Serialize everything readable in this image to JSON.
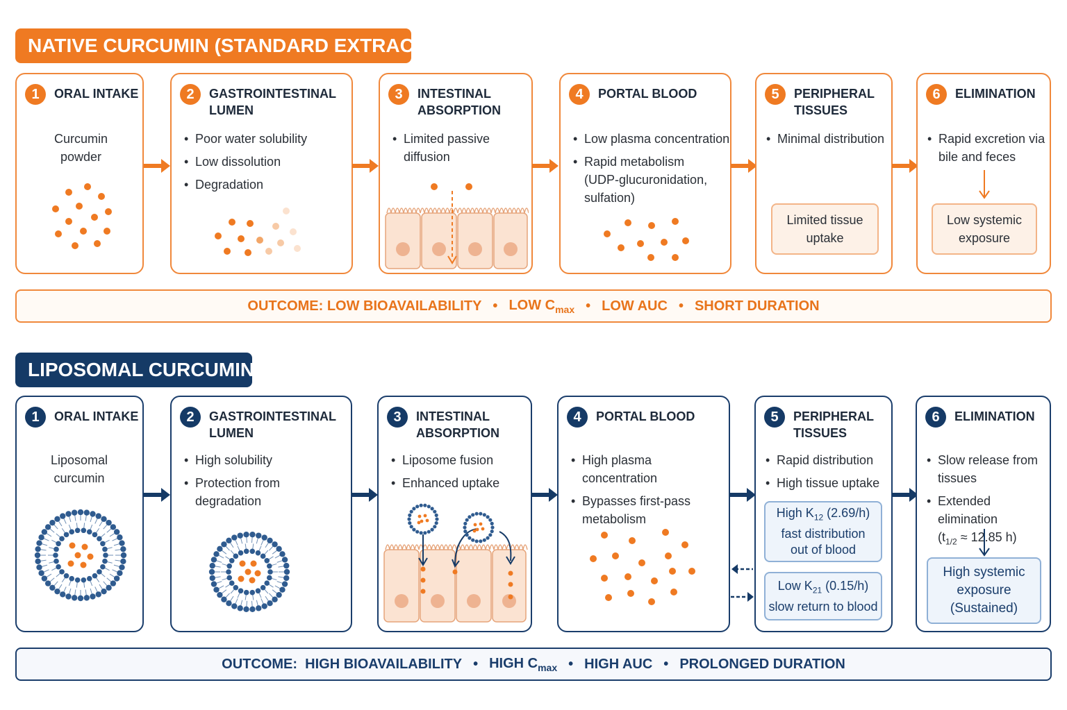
{
  "native": {
    "title": "NATIVE CURCUMIN (STANDARD EXTRACT)",
    "stages": [
      {
        "num": "1",
        "title": "ORAL INTAKE",
        "text": "Curcumin\npowder"
      },
      {
        "num": "2",
        "title": "GASTROINTESTINAL\nLUMEN",
        "bullets": [
          "Poor water solubility",
          "Low dissolution",
          "Degradation"
        ]
      },
      {
        "num": "3",
        "title": "INTESTINAL\nABSORPTION",
        "bullets": [
          "Limited passive\ndiffusion"
        ]
      },
      {
        "num": "4",
        "title": "PORTAL BLOOD",
        "bullets": [
          "Low plasma concentration",
          "Rapid metabolism\n(UDP-glucuronidation,\nsulfation)"
        ]
      },
      {
        "num": "5",
        "title": "PERIPHERAL\nTISSUES",
        "bullets": [
          "Minimal distribution"
        ],
        "callout": "Limited tissue\nuptake"
      },
      {
        "num": "6",
        "title": "ELIMINATION",
        "bullets": [
          "Rapid excretion via\nbile and feces"
        ],
        "callout": "Low systemic\nexposure"
      }
    ],
    "outcome": {
      "lead": "OUTCOME: LOW BIOAVAILABILITY",
      "cmax_main": "LOW C",
      "cmax_sub": "max",
      "auc": "LOW AUC",
      "duration": "SHORT DURATION"
    },
    "colors": {
      "accent": "#ef7a22",
      "dot": "#ef7a22"
    }
  },
  "liposomal": {
    "title": "LIPOSOMAL CURCUMIN",
    "stages": [
      {
        "num": "1",
        "title": "ORAL INTAKE",
        "text": "Liposomal\ncurcumin"
      },
      {
        "num": "2",
        "title": "GASTROINTESTINAL\nLUMEN",
        "bullets": [
          "High solubility",
          "Protection from\ndegradation"
        ]
      },
      {
        "num": "3",
        "title": "INTESTINAL\nABSORPTION",
        "bullets": [
          "Liposome fusion",
          "Enhanced uptake"
        ]
      },
      {
        "num": "4",
        "title": "PORTAL BLOOD",
        "bullets": [
          "High plasma concentration",
          "Bypasses first-pass\nmetabolism"
        ]
      },
      {
        "num": "5",
        "title": "PERIPHERAL\nTISSUES",
        "bullets": [
          "Rapid distribution",
          "High tissue uptake"
        ],
        "k12": {
          "pre": "High K",
          "sub": "12",
          "post": " (2.69/h)",
          "l2": "fast distribution",
          "l3": "out of blood"
        },
        "k21": {
          "pre": "Low K",
          "sub": "21",
          "post": " (0.15/h)",
          "l2": "slow return to blood"
        }
      },
      {
        "num": "6",
        "title": "ELIMINATION",
        "bullets": [
          "Slow release from\ntissues",
          "Extended elimination"
        ],
        "half_life": {
          "pre": "(t",
          "sub": "1/2",
          "post": " ≈ 12.85 h)"
        },
        "callout": "High systemic\nexposure\n(Sustained)"
      }
    ],
    "outcome": {
      "lead": "OUTCOME:  HIGH BIOAVAILABILITY",
      "cmax_main": "HIGH C",
      "cmax_sub": "max",
      "auc": "HIGH AUC",
      "duration": "PROLONGED DURATION"
    },
    "colors": {
      "accent": "#153a66",
      "dot": "#ef7a22"
    }
  }
}
